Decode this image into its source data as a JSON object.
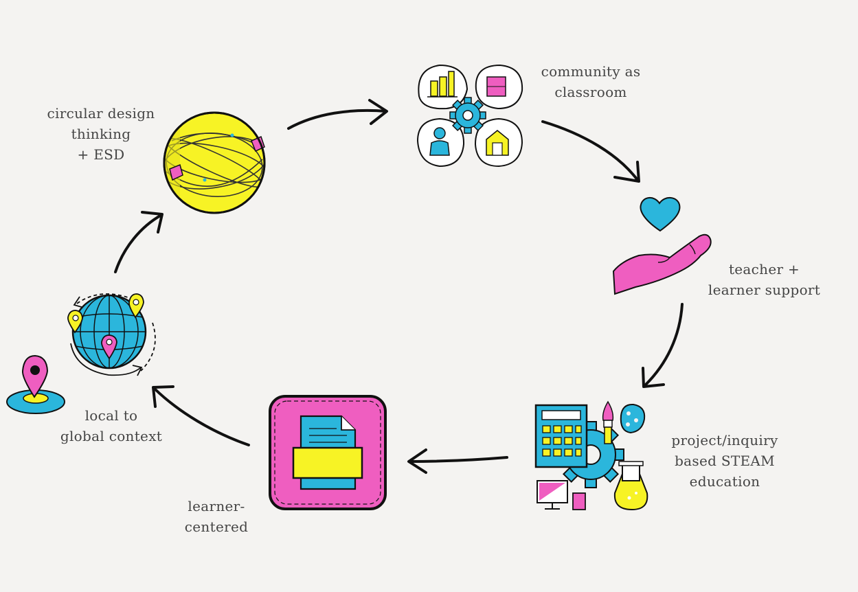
{
  "colors": {
    "background": "#f4f3f1",
    "yellow": "#f7f325",
    "cyan": "#2bb6dc",
    "pink": "#ef5ec0",
    "ink": "#111111",
    "text": "#444444"
  },
  "nodes": {
    "circular_design": {
      "icon": "globe-sphere-icon",
      "lines": [
        "circular design",
        "thinking",
        "+ ESD"
      ]
    },
    "community": {
      "icon": "community-cluster-icon",
      "lines": [
        "community as",
        "classroom"
      ]
    },
    "teacher_support": {
      "icon": "heart-hand-icon",
      "lines": [
        "teacher +",
        "learner support"
      ]
    },
    "steam": {
      "icon": "steam-tools-icon",
      "lines": [
        "project/inquiry",
        "based STEAM",
        "education"
      ]
    },
    "learner_centered": {
      "icon": "document-frame-icon",
      "lines": [
        "learner-",
        "centered"
      ]
    },
    "local_global": {
      "icon": "rotating-globe-icon",
      "lines": [
        "local to",
        "global context"
      ]
    }
  }
}
